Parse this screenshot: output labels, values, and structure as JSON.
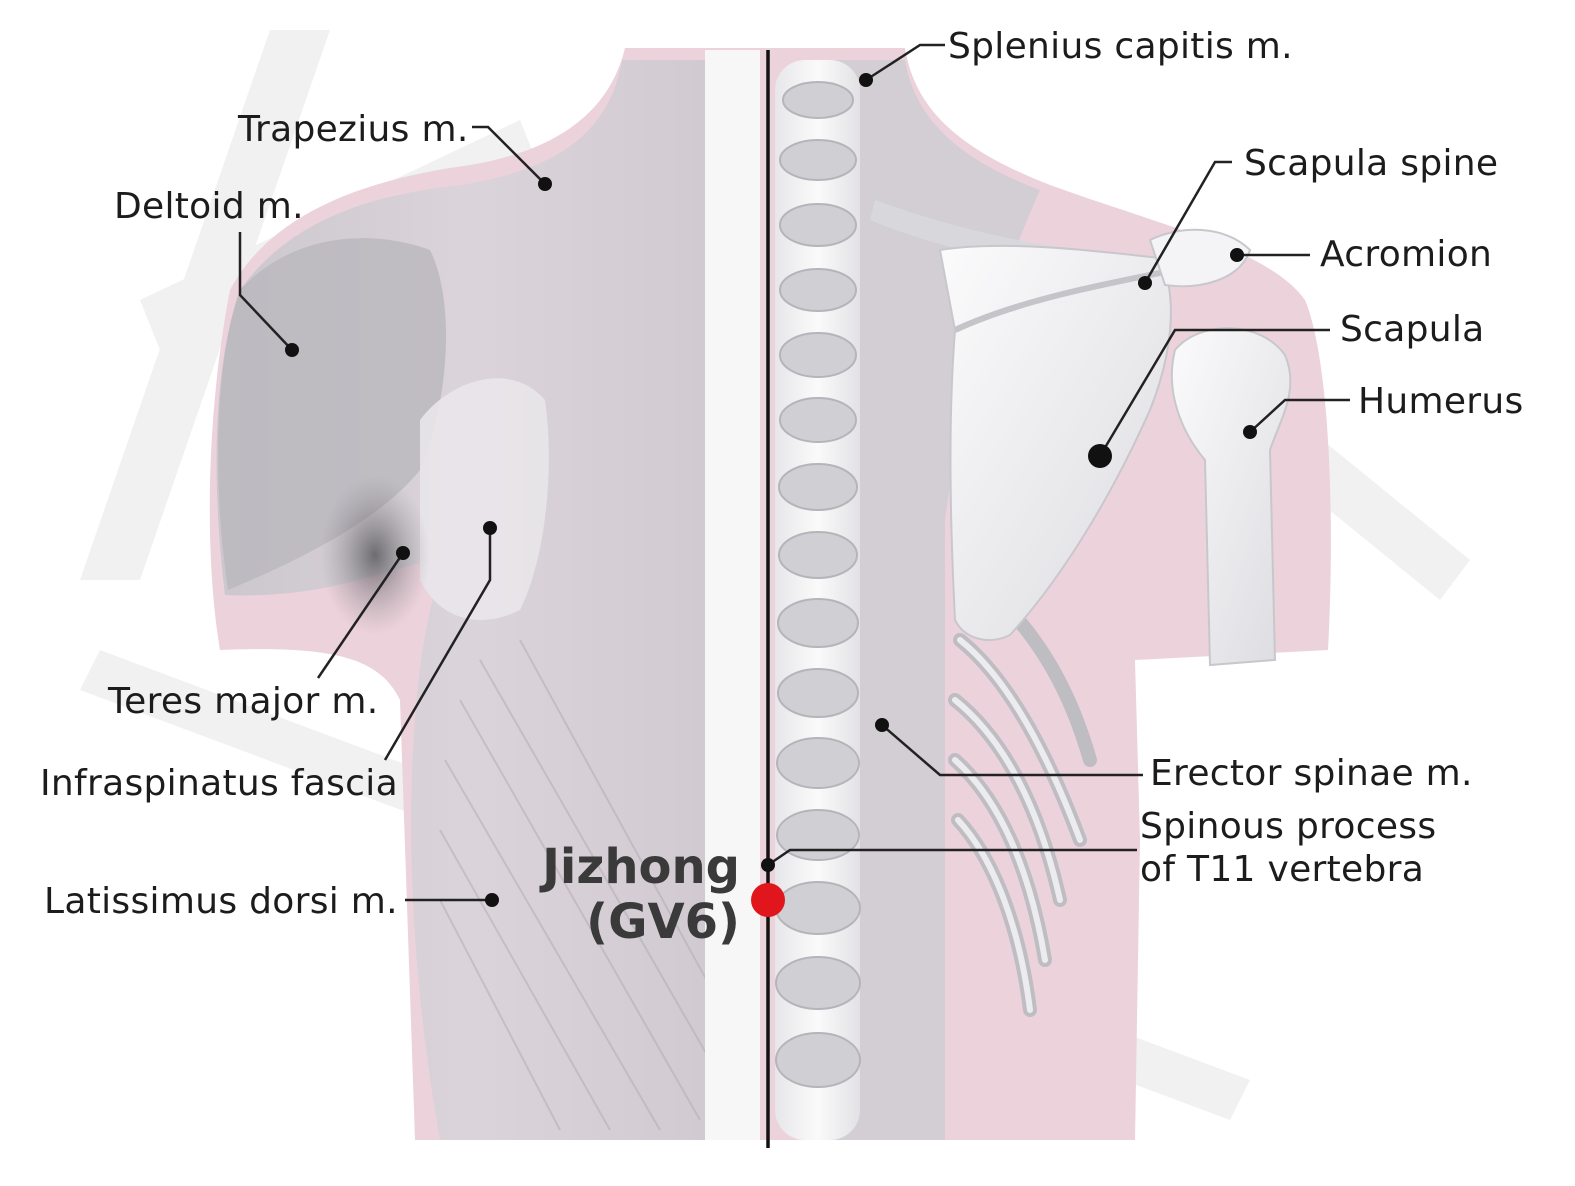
{
  "labels": {
    "splenius": "Splenius capitis m.",
    "trapezius": "Trapezius m.",
    "deltoid": "Deltoid m.",
    "scapula_spine": "Scapula spine",
    "acromion": "Acromion",
    "scapula": "Scapula",
    "humerus": "Humerus",
    "teres_major": "Teres major m.",
    "infraspinatus": "Infraspinatus fascia",
    "erector_spinae": "Erector spinae m.",
    "spinous_line1": "Spinous process",
    "spinous_line2": "of T11 vertebra",
    "latissimus": "Latissimus dorsi m."
  },
  "acupoint": {
    "name": "Jizhong",
    "code": "(GV6)",
    "color": "#e0161c"
  },
  "colors": {
    "body_pink": "#ecd2db",
    "muscle_gray": "#c8c8cc",
    "bone_white": "#f2f2f4",
    "leader_line": "#222222",
    "midline": "#111111"
  }
}
